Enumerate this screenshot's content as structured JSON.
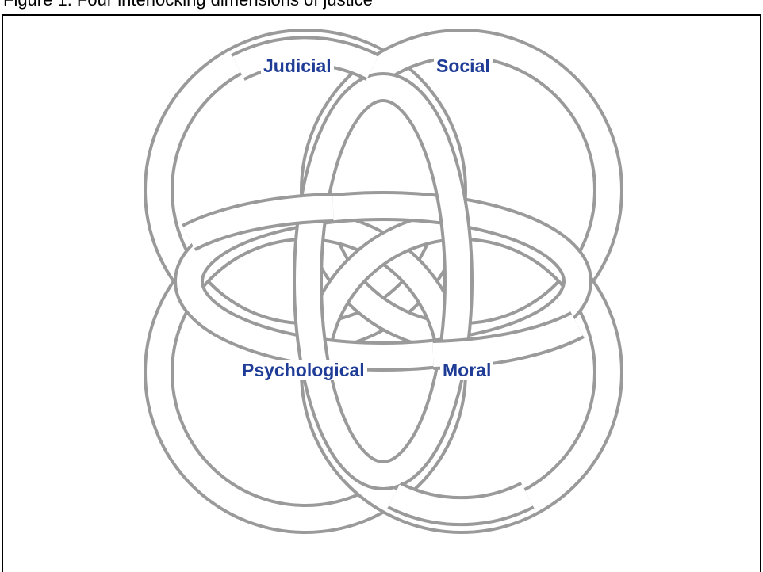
{
  "caption": "Figure 1. Four interlocking dimensions of justice",
  "labels": {
    "judicial": "Judicial",
    "social": "Social",
    "psychological": "Psychological",
    "moral": "Moral"
  },
  "colors": {
    "ring_outline": "#9a9a9a",
    "ring_fill": "#ffffff",
    "label_text": "#1f3c96",
    "frame": "#000000"
  }
}
